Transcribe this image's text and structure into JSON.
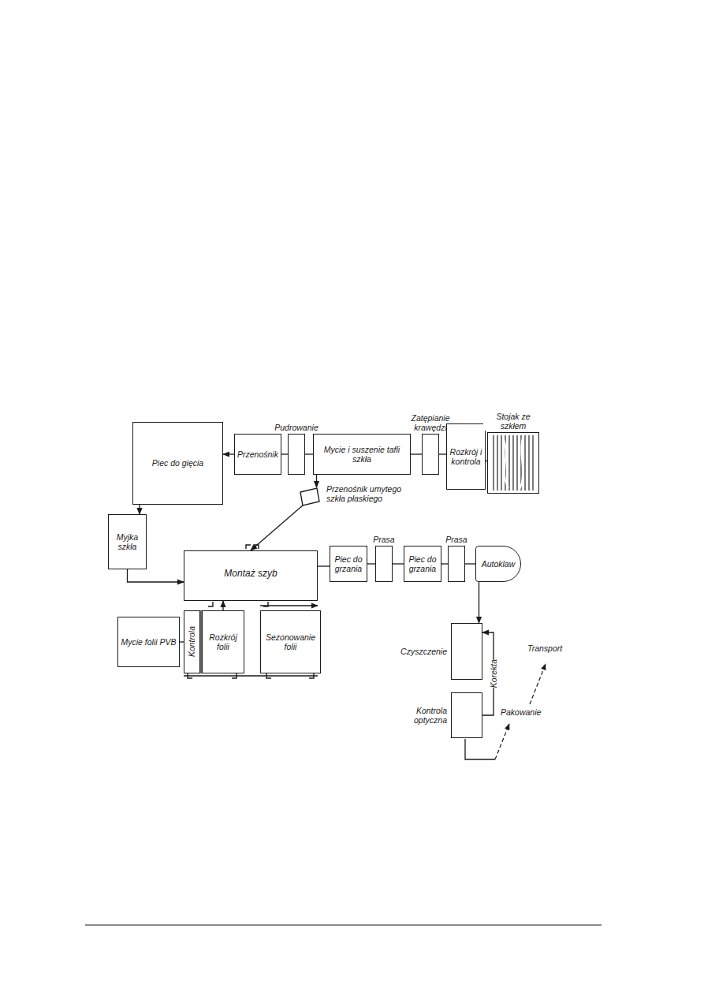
{
  "diagram": {
    "nodes": [
      {
        "text": [
          "Piec do gięcia"
        ]
      },
      {
        "text": [
          "Przenośnik"
        ]
      },
      {
        "text": [
          "Pudrowanie"
        ]
      },
      {
        "text": [
          "Mycie i suszenie tafli szkła"
        ]
      },
      {
        "text": [
          "Zatępianie krawędzi"
        ]
      },
      {
        "text": [
          "Rozkrój i kontrola"
        ]
      },
      {
        "text": [
          "Stojak ze szkłem"
        ]
      },
      {
        "text": [
          "Przenośnik umytego szkła płaskiego"
        ]
      },
      {
        "text": [
          "Myjka szkła"
        ]
      },
      {
        "text": [
          "Montaż szyb"
        ]
      },
      {
        "text": [
          "Piec do grzania"
        ]
      },
      {
        "text": [
          "Prasa"
        ]
      },
      {
        "text": [
          "Piec do grzania"
        ]
      },
      {
        "text": [
          "Prasa"
        ]
      },
      {
        "text": [
          "Autoklaw"
        ]
      },
      {
        "text": [
          "Mycie folii PVB"
        ]
      },
      {
        "text": [
          "Kontrola"
        ]
      },
      {
        "text": [
          "Rozkrój folii"
        ]
      },
      {
        "text": [
          "Sezonowanie folii"
        ]
      },
      {
        "text": [
          "Czyszczenie"
        ]
      },
      {
        "text": [
          "Kontrola optyczna"
        ]
      }
    ],
    "edges": [
      {
        "from": 6,
        "to": 5,
        "arrow": "none"
      },
      {
        "from": 5,
        "to": 4,
        "arrow": "none"
      },
      {
        "from": 4,
        "to": 3,
        "arrow": "none"
      },
      {
        "from": 3,
        "to": 2,
        "arrow": "none"
      },
      {
        "from": 2,
        "to": 1,
        "arrow": "none"
      },
      {
        "from": 1,
        "to": 0,
        "arrow": "to"
      },
      {
        "from": 3,
        "to": 7,
        "arrow": "to"
      },
      {
        "from": 7,
        "to": 9,
        "arrow": "to"
      },
      {
        "from": 0,
        "to": 8,
        "arrow": "to"
      },
      {
        "from": 8,
        "to": 9,
        "arrow": "to"
      },
      {
        "from": 9,
        "to": 10,
        "arrow": "none"
      },
      {
        "from": 10,
        "to": 11,
        "arrow": "none"
      },
      {
        "from": 11,
        "to": 12,
        "arrow": "none"
      },
      {
        "from": 12,
        "to": 13,
        "arrow": "none"
      },
      {
        "from": 13,
        "to": 14,
        "arrow": "none"
      },
      {
        "from": 14,
        "to": 19,
        "arrow": "to"
      },
      {
        "from": 15,
        "to": 16,
        "arrow": "none"
      },
      {
        "from": 16,
        "to": 17,
        "arrow": "none"
      },
      {
        "from": 17,
        "to": 9,
        "arrow": "to"
      },
      {
        "from": 18,
        "to": 9,
        "arrow": "to"
      },
      {
        "from": 20,
        "to": 19,
        "label": "Korekta",
        "arrow": "to"
      }
    ],
    "labels": [
      "Transport",
      "Pakowanie"
    ]
  }
}
